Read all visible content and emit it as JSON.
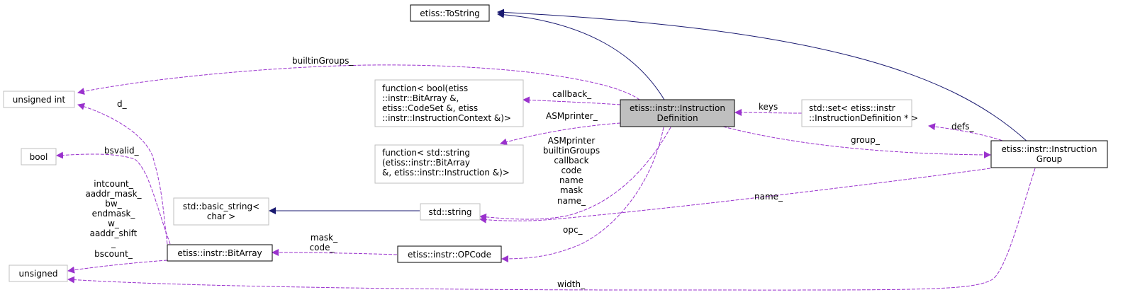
{
  "colors": {
    "inheritance_edge": "#191970",
    "usage_edge": "#9a32cd",
    "focus_fill": "#bfbfbf",
    "node_border_strong": "#000000",
    "node_border_weak": "#bfbfbf"
  },
  "nodes": [
    {
      "id": "tostring",
      "lines": [
        "etiss::ToString"
      ]
    },
    {
      "id": "unsigned-int",
      "lines": [
        "unsigned int"
      ]
    },
    {
      "id": "callback-fn",
      "lines": [
        "function< bool(etiss",
        "::instr::BitArray &,",
        " etiss::CodeSet &, etiss",
        "::instr::InstructionContext &)>"
      ]
    },
    {
      "id": "instruction-definition",
      "lines": [
        "etiss::instr::Instruction",
        "Definition"
      ]
    },
    {
      "id": "set-instrdef",
      "lines": [
        "std::set< etiss::instr",
        "::InstructionDefinition * >"
      ]
    },
    {
      "id": "bool",
      "lines": [
        "bool"
      ]
    },
    {
      "id": "asmprinter-fn",
      "lines": [
        "function< std::string",
        "(etiss::instr::BitArray",
        " &, etiss::instr::Instruction &)>"
      ]
    },
    {
      "id": "instruction-group",
      "lines": [
        "etiss::instr::Instruction",
        "Group"
      ]
    },
    {
      "id": "basic-string",
      "lines": [
        "std::basic_string<",
        "char >"
      ]
    },
    {
      "id": "std-string",
      "lines": [
        "std::string"
      ]
    },
    {
      "id": "bitarray",
      "lines": [
        "etiss::instr::BitArray"
      ]
    },
    {
      "id": "opcode",
      "lines": [
        "etiss::instr::OPCode"
      ]
    },
    {
      "id": "unsigned",
      "lines": [
        "unsigned"
      ]
    }
  ],
  "edges": [
    {
      "id": "instrdef-to-tostring",
      "kind": "inheritance",
      "from": "instruction-definition",
      "to": "tostring"
    },
    {
      "id": "group-to-tostring",
      "kind": "inheritance",
      "from": "instruction-group",
      "to": "tostring"
    },
    {
      "id": "basicstring-to-stdstring",
      "kind": "inheritance",
      "from": "std-string",
      "to": "basic-string"
    },
    {
      "id": "builtin-groups",
      "kind": "usage",
      "label": [
        "builtinGroups_"
      ]
    },
    {
      "id": "callback",
      "kind": "usage",
      "label": [
        "callback_"
      ]
    },
    {
      "id": "asmprinter",
      "kind": "usage",
      "label": [
        "ASMprinter_"
      ]
    },
    {
      "id": "keys",
      "kind": "usage",
      "label": [
        "keys"
      ]
    },
    {
      "id": "defs",
      "kind": "usage",
      "label": [
        "defs_"
      ]
    },
    {
      "id": "group",
      "kind": "usage",
      "label": [
        "group_"
      ]
    },
    {
      "id": "d",
      "kind": "usage",
      "label": [
        "d_"
      ]
    },
    {
      "id": "bsvalid",
      "kind": "usage",
      "label": [
        "bsvalid_"
      ]
    },
    {
      "id": "bitarray-to-unsigned",
      "kind": "usage",
      "label": [
        "intcount_",
        "aaddr_mask_",
        "bw_",
        "endmask_",
        "w_",
        "aaddr_shift",
        "_",
        "bscount_"
      ]
    },
    {
      "id": "instrdef-to-string",
      "kind": "usage",
      "label": [
        "ASMprinter",
        "builtinGroups",
        "callback",
        "code",
        "name",
        "mask",
        "name_"
      ]
    },
    {
      "id": "group-name",
      "kind": "usage",
      "label": [
        "name_"
      ]
    },
    {
      "id": "opcode-to-bitarray",
      "kind": "usage",
      "label": [
        "mask_",
        "code_"
      ]
    },
    {
      "id": "opc",
      "kind": "usage",
      "label": [
        "opc_"
      ]
    },
    {
      "id": "width",
      "kind": "usage",
      "label": [
        "width_"
      ]
    }
  ]
}
